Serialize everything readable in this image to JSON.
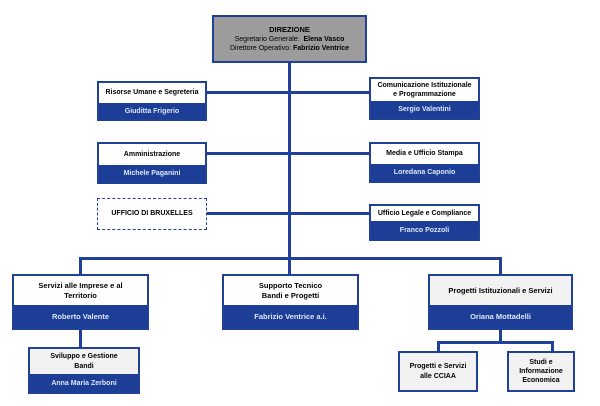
{
  "colors": {
    "border_blue": "#21409a",
    "band_blue": "#1d3e96",
    "header_gray": "#9c9c9c",
    "light_gray": "#f2f2f2",
    "name_text": "#dde6f7"
  },
  "direzione": {
    "title": "DIREZIONE",
    "role1_label": "Segretario Generale:",
    "role1_name": "Elena Vasco",
    "role2_label": "Direttore Operativo:",
    "role2_name": "Fabrizio Ventrice"
  },
  "staff_left": [
    {
      "title": "Risorse Umane e Segreteria",
      "name": "Giuditta Frigerio"
    },
    {
      "title": "Amministrazione",
      "name": "Michele Paganini"
    },
    {
      "title": "UFFICIO DI BRUXELLES"
    }
  ],
  "staff_right": [
    {
      "title": "Comunicazione Istituzionale\ne Programmazione",
      "name": "Sergio Valentini"
    },
    {
      "title": "Media e Ufficio Stampa",
      "name": "Loredana Caponio"
    },
    {
      "title": "Ufficio Legale e Compliance",
      "name": "Franco Pozzoli"
    }
  ],
  "departments": [
    {
      "title": "Servizi alle Imprese e al\nTerritorio",
      "name": "Roberto Valente"
    },
    {
      "title": "Supporto Tecnico\nBandi e Progetti",
      "name": "Fabrizio Ventrice a.i."
    },
    {
      "title": "Progetti Istituzionali e Servizi",
      "name": "Oriana Mottadelli"
    }
  ],
  "sub_units": [
    {
      "title": "Sviluppo e Gestione\nBandi",
      "name": "Anna Maria Zerboni"
    },
    {
      "title": "Progetti e Servizi\nalle CCIAA"
    },
    {
      "title": "Studi e\nInformazione\nEconomica"
    }
  ]
}
